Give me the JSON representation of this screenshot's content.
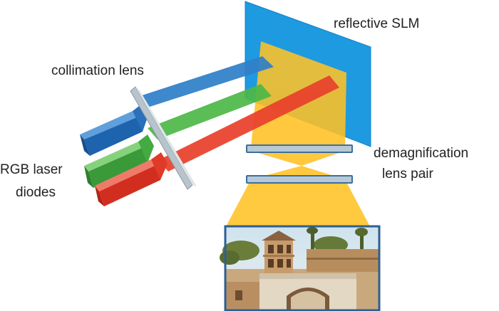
{
  "labels": {
    "slm": "reflective SLM",
    "collimation": "collimation lens",
    "lasers_line1": "RGB laser",
    "lasers_line2": "diodes",
    "demag_line1": "demagnification",
    "demag_line2": "lens pair"
  },
  "colors": {
    "slm": "#1e9ae0",
    "slm_edge": "#1580c4",
    "red_beam": "#e8412c",
    "green_beam": "#4db848",
    "blue_beam": "#2f7fc8",
    "projection": "#ffc125",
    "lens": "#b7c9d6",
    "lens_edge": "#3d6e9a",
    "image_frame": "#2e5f93"
  },
  "icons": {
    "red_diode": "red-laser-diode-icon",
    "green_diode": "green-laser-diode-icon",
    "blue_diode": "blue-laser-diode-icon",
    "collimation_lens": "collimation-lens-icon",
    "slm": "slm-panel-icon",
    "lens_pair": "lens-pair-icon",
    "image": "projected-image-icon"
  }
}
